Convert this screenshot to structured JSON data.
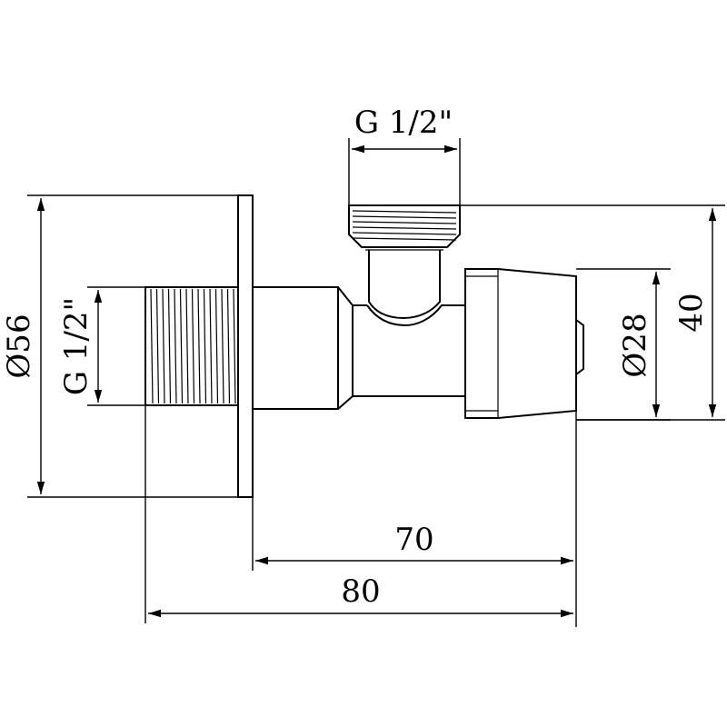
{
  "drawing": {
    "labels": {
      "top_thread": "G 1/2\"",
      "left_thread": "G 1/2\"",
      "flange_diameter": "Ø56",
      "cap_diameter": "Ø28",
      "height": "40",
      "length_body": "70",
      "length_total": "80"
    }
  }
}
